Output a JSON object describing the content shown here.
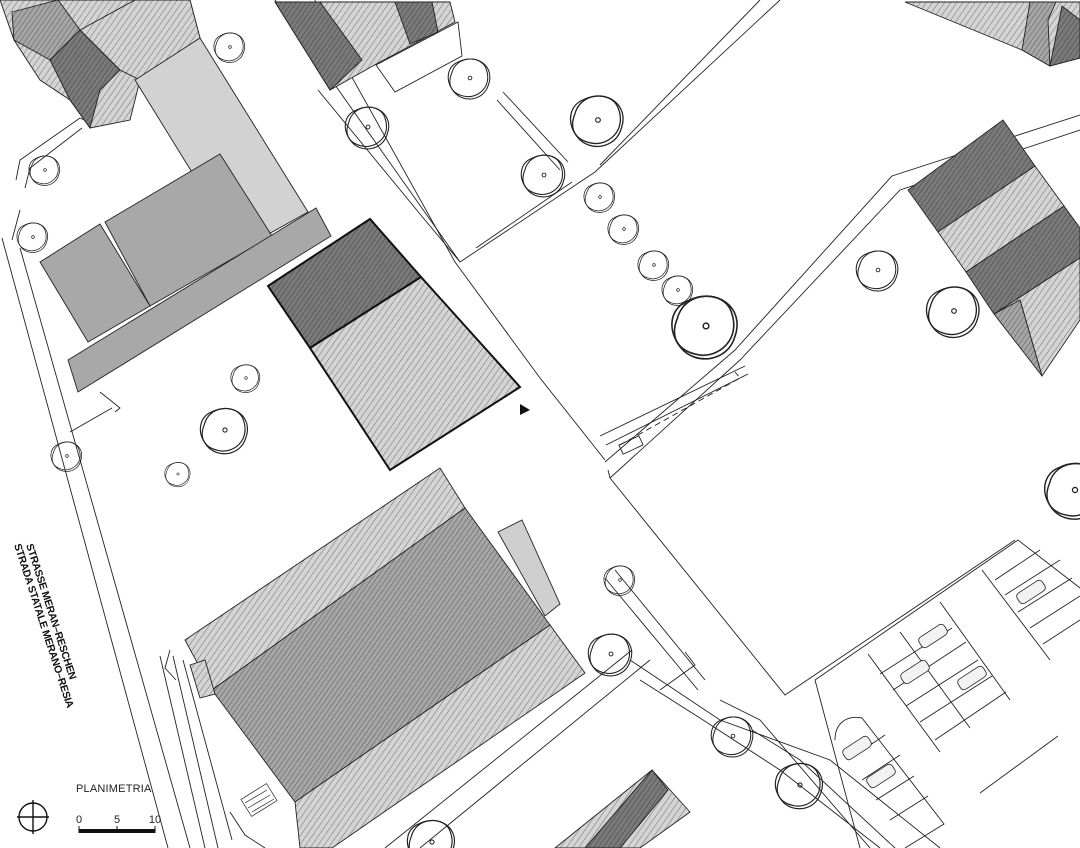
{
  "drawing": {
    "title": "PLANIMETRIA",
    "road_label_de": "STRASSE MERAN–RESCHEN",
    "road_label_it": "STRADA STATALE MERANO–RESIA",
    "scale_bar": {
      "labels": [
        "0",
        "5",
        "10"
      ]
    },
    "north_symbol": "north-arrow-icon"
  },
  "colors": {
    "line": "#1a1a1a",
    "roof_light": "#d2d2d2",
    "roof_medium": "#9c9c9c",
    "roof_dark": "#6e6e6e",
    "flat_light": "#cfcfcf",
    "flat_medium": "#a8a8a8"
  }
}
